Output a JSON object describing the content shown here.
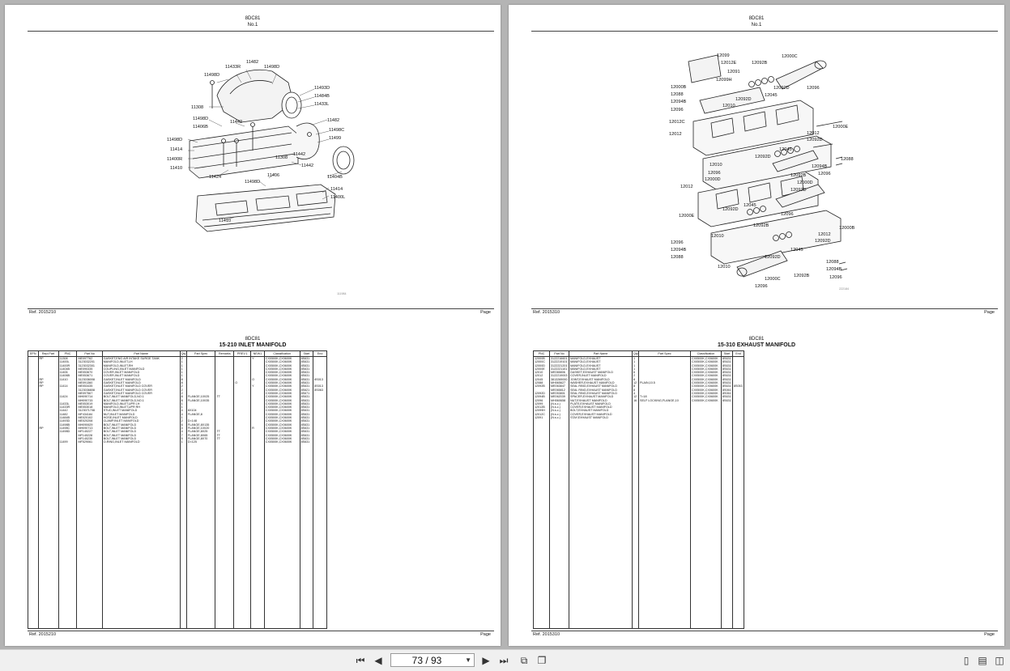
{
  "viewer": {
    "page_indicator": "73 / 93"
  },
  "left_page": {
    "top": {
      "model": "8DC81",
      "number": "No.1",
      "ref_label": "Ref.",
      "ref_value": "2015210",
      "page_label": "Page",
      "figure_code": "111984",
      "labels": [
        "11482",
        "11433R",
        "11498D",
        "11498D",
        "11493D",
        "11484B",
        "11433L",
        "11308",
        "11482",
        "11498D",
        "11442",
        "11406B",
        "11498C",
        "11499",
        "11498D",
        "11414",
        "11400R",
        "11410",
        "11442",
        "11308",
        "11442",
        "11424",
        "11406",
        "11498D",
        "11404B",
        "11414",
        "11400L",
        "11410"
      ]
    },
    "bottom": {
      "model": "8DC81",
      "title": "15-210 INLET MANIFOLD",
      "ref_label": "Ref.",
      "ref_value": "2015210",
      "page_label": "Page",
      "columns": [
        "EPN",
        "Repl Part",
        "PNC",
        "Part No",
        "Part Name",
        "Qty",
        "Part Spec",
        "Remarks",
        "PREV.1",
        "NEW1",
        "Classification",
        "Start",
        "End"
      ],
      "rows": [
        [
          "",
          "RP",
          "11308",
          "ME097762",
          "GASKET,ENG AIR INTAKE SURGE TANK",
          "2",
          "",
          "",
          "",
          "Y",
          "CX0500K,CX0600K",
          "8S631",
          ""
        ],
        [
          "",
          "",
          "11400L",
          "3123032201",
          "MANIFOLD,INLET,LH",
          "1",
          "",
          "",
          "",
          "",
          "CX0500K,CX0600K",
          "8S631",
          ""
        ],
        [
          "",
          "",
          "11400R",
          "3123032301",
          "MANIFOLD,INLET,RH",
          "1",
          "",
          "",
          "",
          "",
          "CX0500K,CX0600K",
          "8S631",
          ""
        ],
        [
          "",
          "",
          "11404B",
          "ME090335",
          "COUPLING,INLET MANIFOLD",
          "1",
          "",
          "",
          "",
          "",
          "CX0500K,CX0600K",
          "8S631",
          ""
        ],
        [
          "",
          "",
          "11406",
          "ME053670",
          "COVER,INLET MANIFOLD",
          "1",
          "",
          "",
          "",
          "",
          "CX0500K,CX0600K",
          "8S631",
          ""
        ],
        [
          "",
          "",
          "11406B",
          "ME053671",
          "COVER,INLET MANIFOLD",
          "1",
          "",
          "",
          "",
          "",
          "CX0500K,CX0600K",
          "8S631",
          ""
        ],
        [
          "",
          "RP",
          "11410",
          "3123036008",
          "GASKET,INLET MANIFOLD",
          "8",
          "",
          "",
          "",
          "O",
          "CX0500K,CX0600K",
          "8S631",
          "8S013"
        ],
        [
          "",
          "RP",
          "",
          "ME091360",
          "GASKET,INLET MANIFOLD",
          "8",
          "",
          "",
          "O",
          "",
          "CX0500K,CX0600K",
          "8S631",
          ""
        ],
        [
          "",
          "RP",
          "11414",
          "ME053435",
          "GASKET,INLET MANIFOLD COVER",
          "2",
          "",
          "",
          "",
          "Y",
          "CX0500K,CX0600K",
          "8S631",
          "8S013"
        ],
        [
          "",
          "",
          "",
          "3123036808",
          "GASKET,INLET MANIFOLD COVER",
          "2",
          "",
          "",
          "",
          "",
          "CX0500K,CX0600K",
          "8S621",
          "8S063"
        ],
        [
          "",
          "",
          "",
          "ME097567",
          "GASKET,INLET MANIFOLD COVER",
          "2",
          "",
          "",
          "",
          "",
          "CX0500K,CX0600K",
          "8S671",
          ""
        ],
        [
          "",
          "",
          "11424",
          "MH090714",
          "BOLT,INLET MANIFOLD,NO.1",
          "8",
          "FLANGE,10X25",
          "TT",
          "",
          "",
          "CX0500K,CX0600K",
          "8S631",
          ""
        ],
        [
          "",
          "",
          "",
          "MH090715",
          "BOLT,INLET MANIFOLD,NO.1",
          "8",
          "FLANGE,10X35",
          "",
          "",
          "",
          "CX0500K,CX0600K",
          "8S631",
          ""
        ],
        [
          "",
          "",
          "11433L",
          "ME053019",
          "MANIFOLD,INLET,UPR LH",
          "1",
          "",
          "",
          "",
          "",
          "CX0500K,CX0600K",
          "8S631",
          ""
        ],
        [
          "",
          "",
          "11433R",
          "ME053018",
          "MANIFOLD,INLET,UPR RH",
          "1",
          "",
          "",
          "",
          "",
          "CX0500K,CX0600K",
          "8S631",
          ""
        ],
        [
          "",
          "",
          "11442",
          "3123071708",
          "STUD,INLET MANIFOLD",
          "4",
          "8X104",
          "",
          "",
          "",
          "CX0500K,CX0600K",
          "8S631",
          ""
        ],
        [
          "",
          "",
          "11482",
          "MF434184",
          "NUT,INLET MANIFOLD",
          "4",
          "FLANGE,8",
          "",
          "",
          "",
          "CX0500K,CX0600K",
          "8S631",
          ""
        ],
        [
          "",
          "",
          "11484B",
          "ME020102",
          "HOSE,INLET MANIFOLD",
          "1",
          "",
          "",
          "",
          "",
          "CX0500K,CX0600K",
          "8S631",
          ""
        ],
        [
          "",
          "",
          "11493D",
          "ME020208",
          "CLAMP,INLET MANIFOLD",
          "2",
          "D=148",
          "",
          "",
          "",
          "CX0500K,CX0600K",
          "8S631",
          ""
        ],
        [
          "",
          "",
          "11498B",
          "MH090629",
          "BOLT,INLET MANIFOLD",
          "6",
          "FLANGE,8X135",
          "",
          "",
          "",
          "CX0500K,CX0600K",
          "8S631",
          ""
        ],
        [
          "",
          "RP",
          "11498C",
          "MH090713",
          "BOLT,INLET MANIFOLD",
          "4",
          "FLANGE,10X20",
          "",
          "",
          "R",
          "CX0500K,CX0600K",
          "8S631",
          ""
        ],
        [
          "",
          "",
          "11498D",
          "MF140227",
          "BOLT,INLET MANIFOLD",
          "4",
          "FLANGE,8X25",
          "TT",
          "",
          "",
          "CX0500K,CX0600K",
          "8S631",
          ""
        ],
        [
          "",
          "",
          "",
          "MF140228",
          "BOLT,INLET MANIFOLD",
          "7",
          "FLANGE,8X65",
          "TT",
          "",
          "",
          "CX0500K,CX0600K",
          "8S631",
          ""
        ],
        [
          "",
          "",
          "",
          "MF140230",
          "BOLT,INLET MANIFOLD",
          "5",
          "FLANGE,8X70",
          "TT",
          "",
          "",
          "CX0500K,CX0600K",
          "8S631",
          ""
        ],
        [
          "",
          "",
          "11499",
          "MF529061",
          "O-RING,INLET MANIFOLD",
          "1",
          "D=125",
          "",
          "",
          "",
          "CX0500K,CX0600K",
          "8S631",
          ""
        ]
      ]
    }
  },
  "right_page": {
    "top": {
      "model": "8DC81",
      "number": "No.1",
      "ref_label": "Ref.",
      "ref_value": "2015310",
      "page_label": "Page",
      "figure_code": "222184",
      "labels": [
        "12099",
        "12012E",
        "12091",
        "12099H",
        "12092B",
        "12000C",
        "12000B",
        "12088",
        "12094B",
        "12096",
        "12092D",
        "12092D",
        "12010",
        "12045",
        "12096",
        "12012C",
        "12012",
        "12012",
        "12092D",
        "12000E",
        "12045",
        "12010",
        "12096",
        "12000D",
        "12092D",
        "12092B",
        "12094B",
        "12096",
        "12088",
        "12012",
        "12000D",
        "12092D",
        "12000E",
        "12045",
        "12096",
        "12010",
        "12092D",
        "12092B",
        "12000B",
        "12012",
        "12092D",
        "12096",
        "12094B",
        "12088",
        "12092D",
        "12045",
        "12010",
        "12000C",
        "12092B",
        "12088",
        "12094B",
        "12096",
        "12096"
      ]
    },
    "bottom": {
      "model": "8DC81",
      "title": "15-310 EXHAUST MANIFOLD",
      "ref_label": "Ref.",
      "ref_value": "2015310",
      "page_label": "Page",
      "columns": [
        "PNC",
        "Part No",
        "Part Name",
        "Qty",
        "Part Spec",
        "Classification",
        "Start",
        "End"
      ],
      "rows": [
        [
          "12000B",
          "3122216601",
          "MANIFOLD,EXHAUST",
          "1",
          "",
          "CX0500K,CX0600K",
          "8S631",
          ""
        ],
        [
          "12000C",
          "3122219101",
          "MANIFOLD,EXHAUST",
          "1",
          "",
          "CX0500K,CX0600K",
          "8S631",
          ""
        ],
        [
          "12000D",
          "3122221201",
          "MANIFOLD,EXHAUST",
          "1",
          "",
          "CX0500K,CX0600K",
          "8S631",
          ""
        ],
        [
          "12000E",
          "3122221101",
          "MANIFOLD,EXHAUST",
          "1",
          "",
          "CX0500K,CX0600K",
          "8S631",
          ""
        ],
        [
          "12010",
          "ME065806",
          "GASKET,EXHAUST MANIFOLD",
          "6",
          "",
          "CX0500K,CX0600K",
          "8S631",
          ""
        ],
        [
          "12012",
          "3122219003",
          "COVER,INLET MANIFOLD",
          "2",
          "",
          "CX0500K,CX0600K",
          "8S631",
          ""
        ],
        [
          "12045",
          "3813269000",
          "JOINT,EXHAUST MANIFOLD",
          "8",
          "",
          "CX0500K,CX0600K",
          "8S631",
          ""
        ],
        [
          "12088",
          "MH065627",
          "WASHER,EXHAUST MANIFOLD",
          "12",
          "PLAIN,10.5",
          "CX0500K,CX0600K",
          "8S631",
          ""
        ],
        [
          "12092B",
          "ME063847",
          "SEAL RING,EXHAUST MANIFOLD",
          "8",
          "",
          "CX0500K,CX0600K",
          "8S631",
          "8S053"
        ],
        [
          "",
          "ME065812",
          "SEAL RING,EXHAUST MANIFOLD",
          "8",
          "",
          "CX0500K,CX0600K",
          "8S061",
          ""
        ],
        [
          "12092D",
          "ME053801",
          "SEAL RING,EXHAUST MANIFOLD",
          "4",
          "",
          "CX0500K,CX0600K",
          "8S061",
          ""
        ],
        [
          "12094B",
          "ME062039",
          "SPACER,EXHAUST MANIFOLD",
          "12",
          "T=18",
          "CX0500K,CX0600K",
          "8S631",
          ""
        ],
        [
          "12096",
          "MH060658",
          "NUT,EXHAUST MANIFOLD",
          "16",
          "SELF LOCKING,FLANGE,10",
          "CX0500K,CX0600K",
          "8S631",
          ""
        ],
        [
          "12099",
          "(N.s.c.)",
          "PLATE,EXHAUST MANIFOLD",
          "",
          "",
          "",
          "",
          ""
        ],
        [
          "12012B",
          "(N.s.c.)",
          "COVER,EXHAUST MANIFOLD",
          "",
          "",
          "",
          "",
          ""
        ],
        [
          "12099H",
          "(N.s.c.)",
          "BOLT,EXHAUST MANIFOLD",
          "",
          "",
          "",
          "",
          ""
        ],
        [
          "12012C",
          "(N.s.c.)",
          "COVER,EXHAUST MANIFOLD",
          "",
          "",
          "",
          "",
          ""
        ],
        [
          "12091",
          "(N.s.c.)",
          "STAY,EXHAUST MANIFOLD",
          "",
          "",
          "",
          "",
          ""
        ]
      ]
    }
  }
}
